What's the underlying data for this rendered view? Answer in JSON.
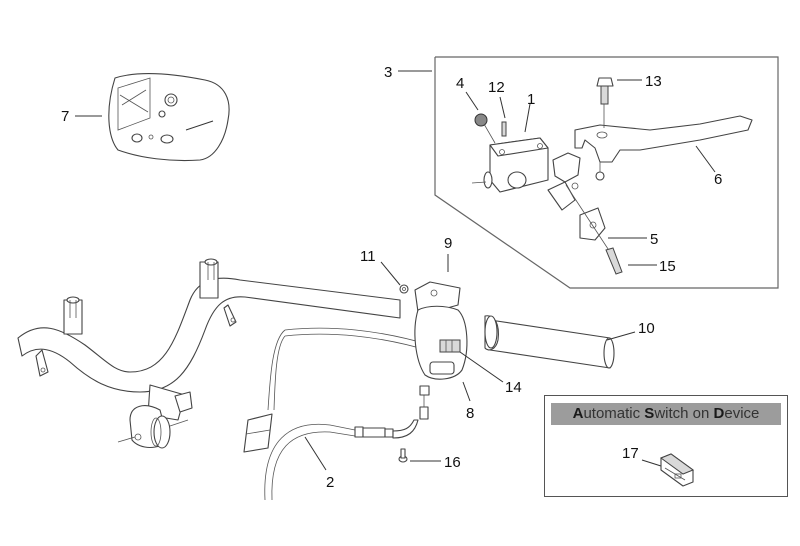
{
  "diagram": {
    "type": "exploded-parts-diagram",
    "subject": "Handlebar controls - front brake master cylinder, switch, throttle grip and cables",
    "callouts": [
      {
        "id": "1",
        "label": "1",
        "part": "master-cylinder-body"
      },
      {
        "id": "2",
        "label": "2",
        "part": "throttle-cable"
      },
      {
        "id": "3",
        "label": "3",
        "part": "front-brake-pump-assembly"
      },
      {
        "id": "4",
        "label": "4",
        "part": "reservoir-cap-nut"
      },
      {
        "id": "5",
        "label": "5",
        "part": "u-clamp"
      },
      {
        "id": "6",
        "label": "6",
        "part": "brake-lever"
      },
      {
        "id": "7",
        "label": "7",
        "part": "master-cylinder-repair-kit"
      },
      {
        "id": "8",
        "label": "8",
        "part": "throttle-housing"
      },
      {
        "id": "9",
        "label": "9",
        "part": "throttle-housing-cover"
      },
      {
        "id": "10",
        "label": "10",
        "part": "throttle-grip"
      },
      {
        "id": "11",
        "label": "11",
        "part": "screw"
      },
      {
        "id": "12",
        "label": "12",
        "part": "screw"
      },
      {
        "id": "13",
        "label": "13",
        "part": "lever-pivot-bolt"
      },
      {
        "id": "14",
        "label": "14",
        "part": "switch"
      },
      {
        "id": "15",
        "label": "15",
        "part": "clamp-screw"
      },
      {
        "id": "16",
        "label": "16",
        "part": "screw"
      },
      {
        "id": "17",
        "label": "17",
        "part": "automatic-switch"
      }
    ]
  },
  "inset": {
    "title_parts": [
      {
        "text": "A",
        "bold": true
      },
      {
        "text": "utomatic ",
        "bold": false
      },
      {
        "text": "S",
        "bold": true
      },
      {
        "text": "witch on ",
        "bold": false
      },
      {
        "text": "D",
        "bold": true
      },
      {
        "text": "evice",
        "bold": false
      }
    ],
    "title": "Automatic Switch on Device"
  }
}
